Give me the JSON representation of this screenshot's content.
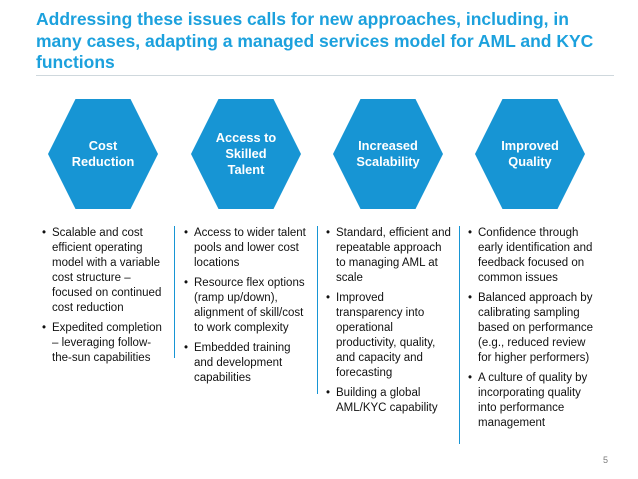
{
  "title": "Addressing these issues calls for new approaches, including, in many cases, adapting a managed services model for AML and KYC functions",
  "accent_color": "#1795D4",
  "title_color": "#1CA1DD",
  "pillars": [
    {
      "label": "Cost\nReduction",
      "bullets": [
        "Scalable and cost efficient operating model with a variable cost structure – focused on continued cost reduction",
        "Expedited completion – leveraging follow-the-sun capabilities"
      ]
    },
    {
      "label": "Access to\nSkilled\nTalent",
      "bullets": [
        "Access to wider talent pools and lower cost locations",
        "Resource flex options (ramp up/down), alignment of skill/cost to work complexity",
        "Embedded training and development capabilities"
      ]
    },
    {
      "label": "Increased\nScalability",
      "bullets": [
        "Standard, efficient and repeatable approach to managing AML at scale",
        "Improved transparency into operational productivity, quality, and capacity and forecasting",
        "Building a global AML/KYC capability"
      ]
    },
    {
      "label": "Improved\nQuality",
      "bullets": [
        "Confidence through early identification and feedback focused on common issues",
        "Balanced approach by calibrating sampling based on performance (e.g., reduced review for higher performers)",
        "A culture of quality by incorporating quality into performance management"
      ]
    }
  ],
  "page_number": "5"
}
